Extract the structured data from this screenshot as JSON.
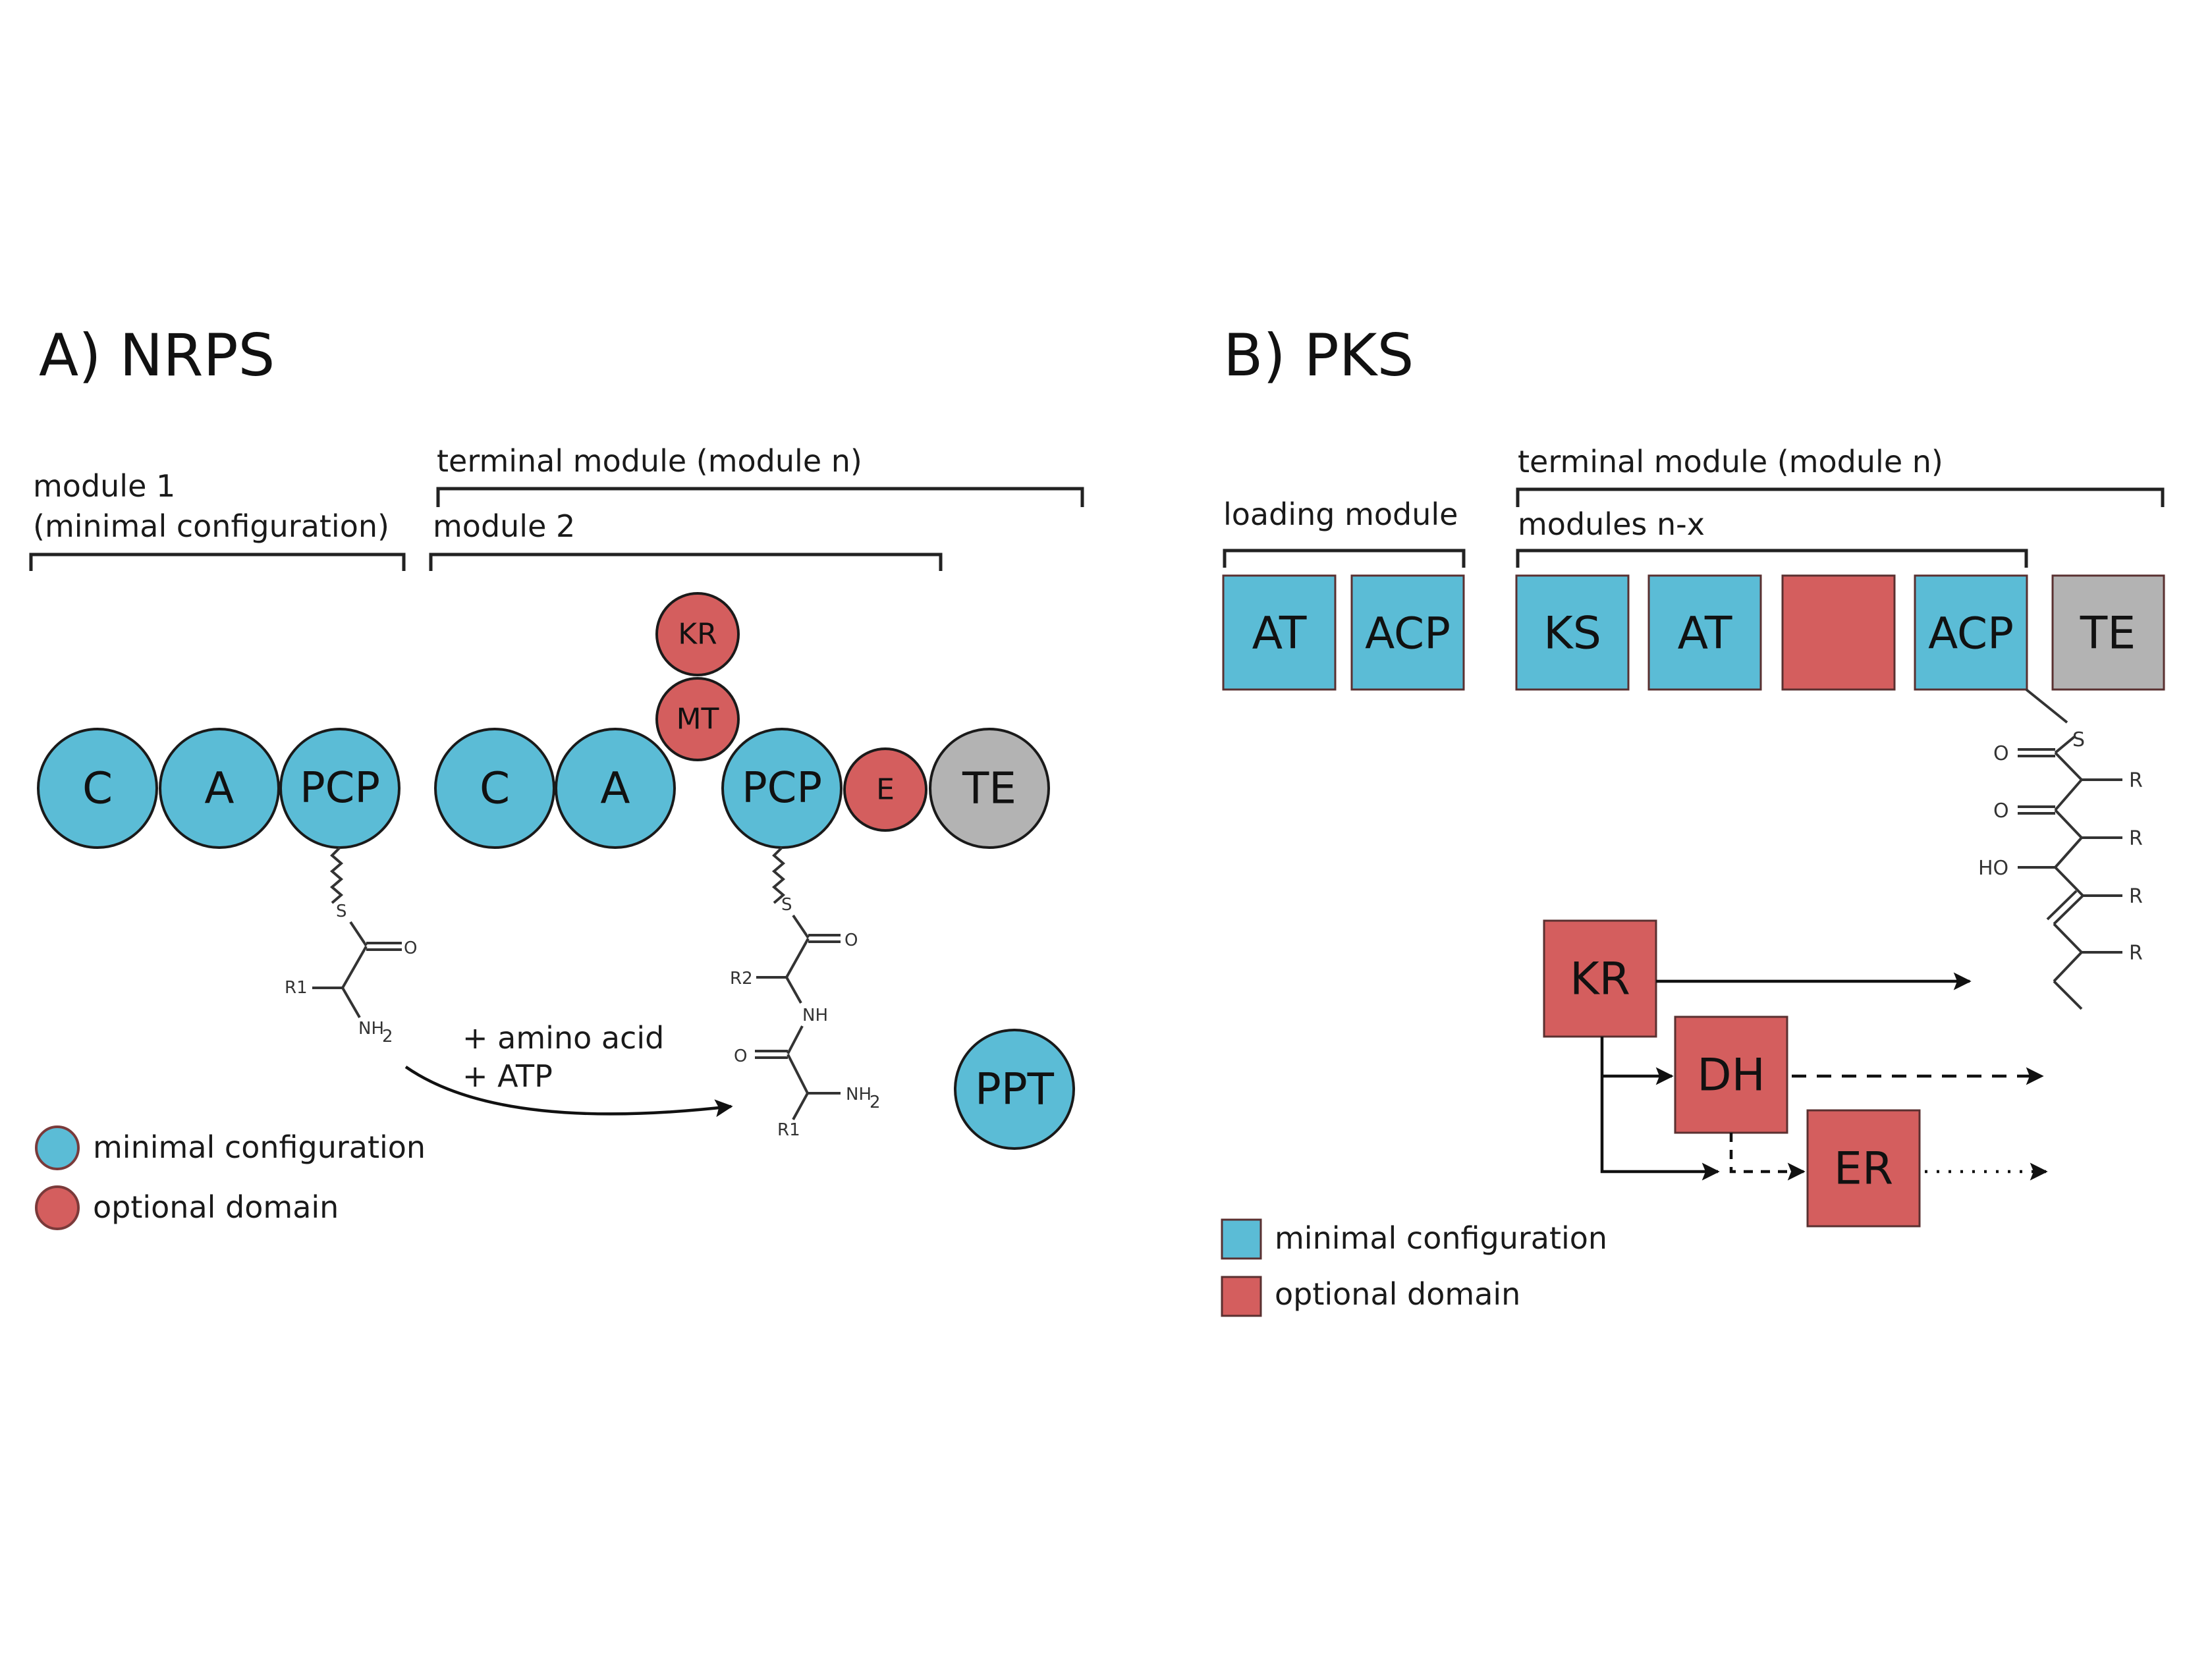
{
  "colors": {
    "minimal": "#5bbcd6",
    "optional": "#d45e5e",
    "terminal": "#b3b3b3",
    "outline": "#1a1a1a"
  },
  "nrps": {
    "title": "A) NRPS",
    "brackets": {
      "module1_line1": "module 1",
      "module1_line2": "(minimal configuration)",
      "module2": "module 2",
      "terminal": "terminal module (module n)"
    },
    "domains": {
      "m1_c": "C",
      "m1_a": "A",
      "m1_pcp": "PCP",
      "m2_c": "C",
      "m2_a": "A",
      "m2_kr": "KR",
      "m2_mt": "MT",
      "m2_pcp": "PCP",
      "e": "E",
      "te": "TE",
      "ppt": "PPT"
    },
    "chem1": {
      "s": "S",
      "o": "O",
      "r1": "R1",
      "nh2": "NH",
      "sub2": "2"
    },
    "chem2": {
      "s": "S",
      "o1": "O",
      "r2": "R2",
      "nh": "NH",
      "o2": "O",
      "nh2": "NH",
      "sub2": "2",
      "r1": "R1"
    },
    "reaction": {
      "line1": "+ amino acid",
      "line2": "+ ATP"
    },
    "legend": [
      {
        "label": "minimal configuration",
        "kind": "minimal"
      },
      {
        "label": "optional domain",
        "kind": "optional"
      }
    ]
  },
  "pks": {
    "title": "B) PKS",
    "brackets": {
      "loading": "loading module",
      "modules_nx": "modules n-x",
      "terminal": "terminal module (module n)"
    },
    "domains": {
      "load_at": "AT",
      "load_acp": "ACP",
      "ks": "KS",
      "at": "AT",
      "optional_slot": "",
      "acp": "ACP",
      "te": "TE",
      "kr": "KR",
      "dh": "DH",
      "er": "ER"
    },
    "chain": {
      "s": "S",
      "o1": "O",
      "o2": "O",
      "ho": "HO",
      "r": "R"
    },
    "legend": [
      {
        "label": "minimal configuration",
        "kind": "minimal"
      },
      {
        "label": "optional domain",
        "kind": "optional"
      }
    ]
  }
}
